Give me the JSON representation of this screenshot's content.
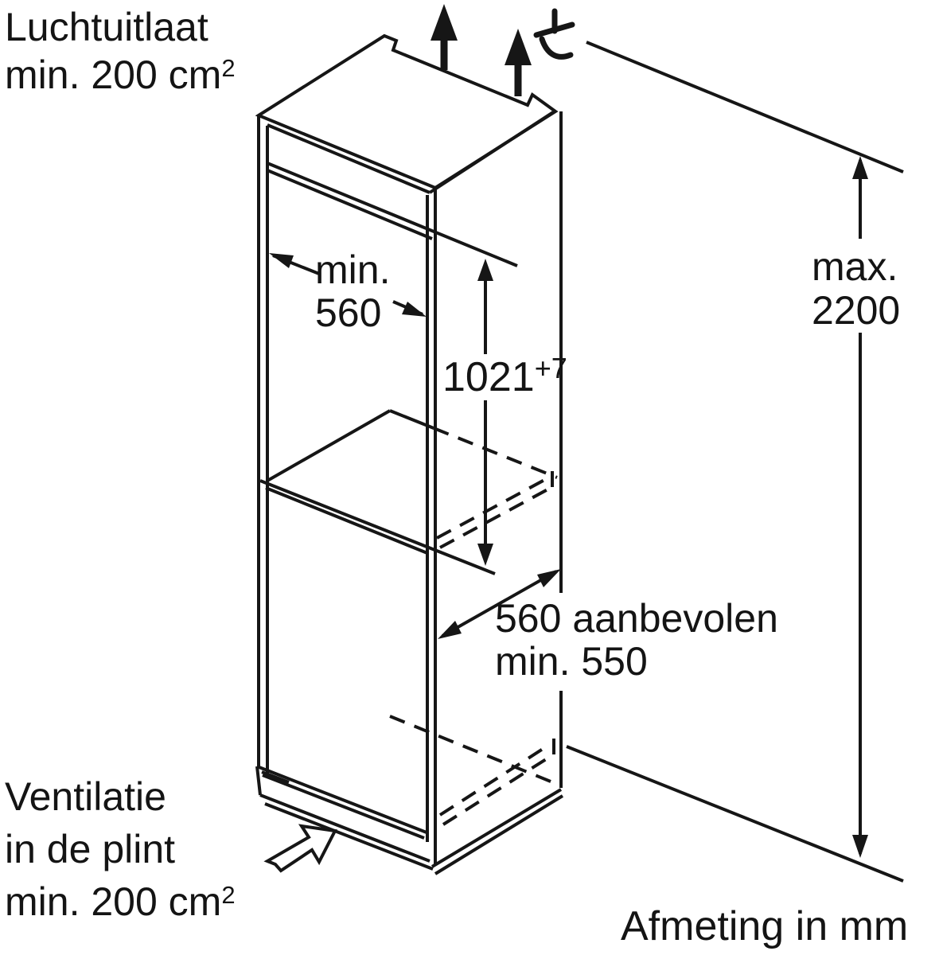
{
  "page": {
    "background": "#ffffff",
    "line_color": "#161616",
    "text_color": "#141414"
  },
  "labels": {
    "air_outlet": {
      "line1": "Luchtuitlaat",
      "line2_prefix": "min. 200 cm",
      "line2_sup": "2"
    },
    "niche_width": {
      "line1": "min.",
      "line2": "560"
    },
    "niche_height": {
      "value": "1021",
      "tolerance": "+7"
    },
    "max_height": {
      "line1": "max.",
      "line2": "2200"
    },
    "depth": {
      "line1": "560 aanbevolen",
      "line2": "min. 550"
    },
    "plinth_vent": {
      "line1": "Ventilatie",
      "line2": "in de plint",
      "line3_prefix": "min. 200 cm",
      "line3_sup": "2"
    },
    "units_note": "Afmeting in mm"
  },
  "icons": {
    "airflow_arrow_top_1": "up-arrow",
    "airflow_arrow_top_2": "up-arrow",
    "power_plug": "mains-connection-symbol",
    "plinth_airflow_arrow": "hollow-up-right-arrow"
  }
}
